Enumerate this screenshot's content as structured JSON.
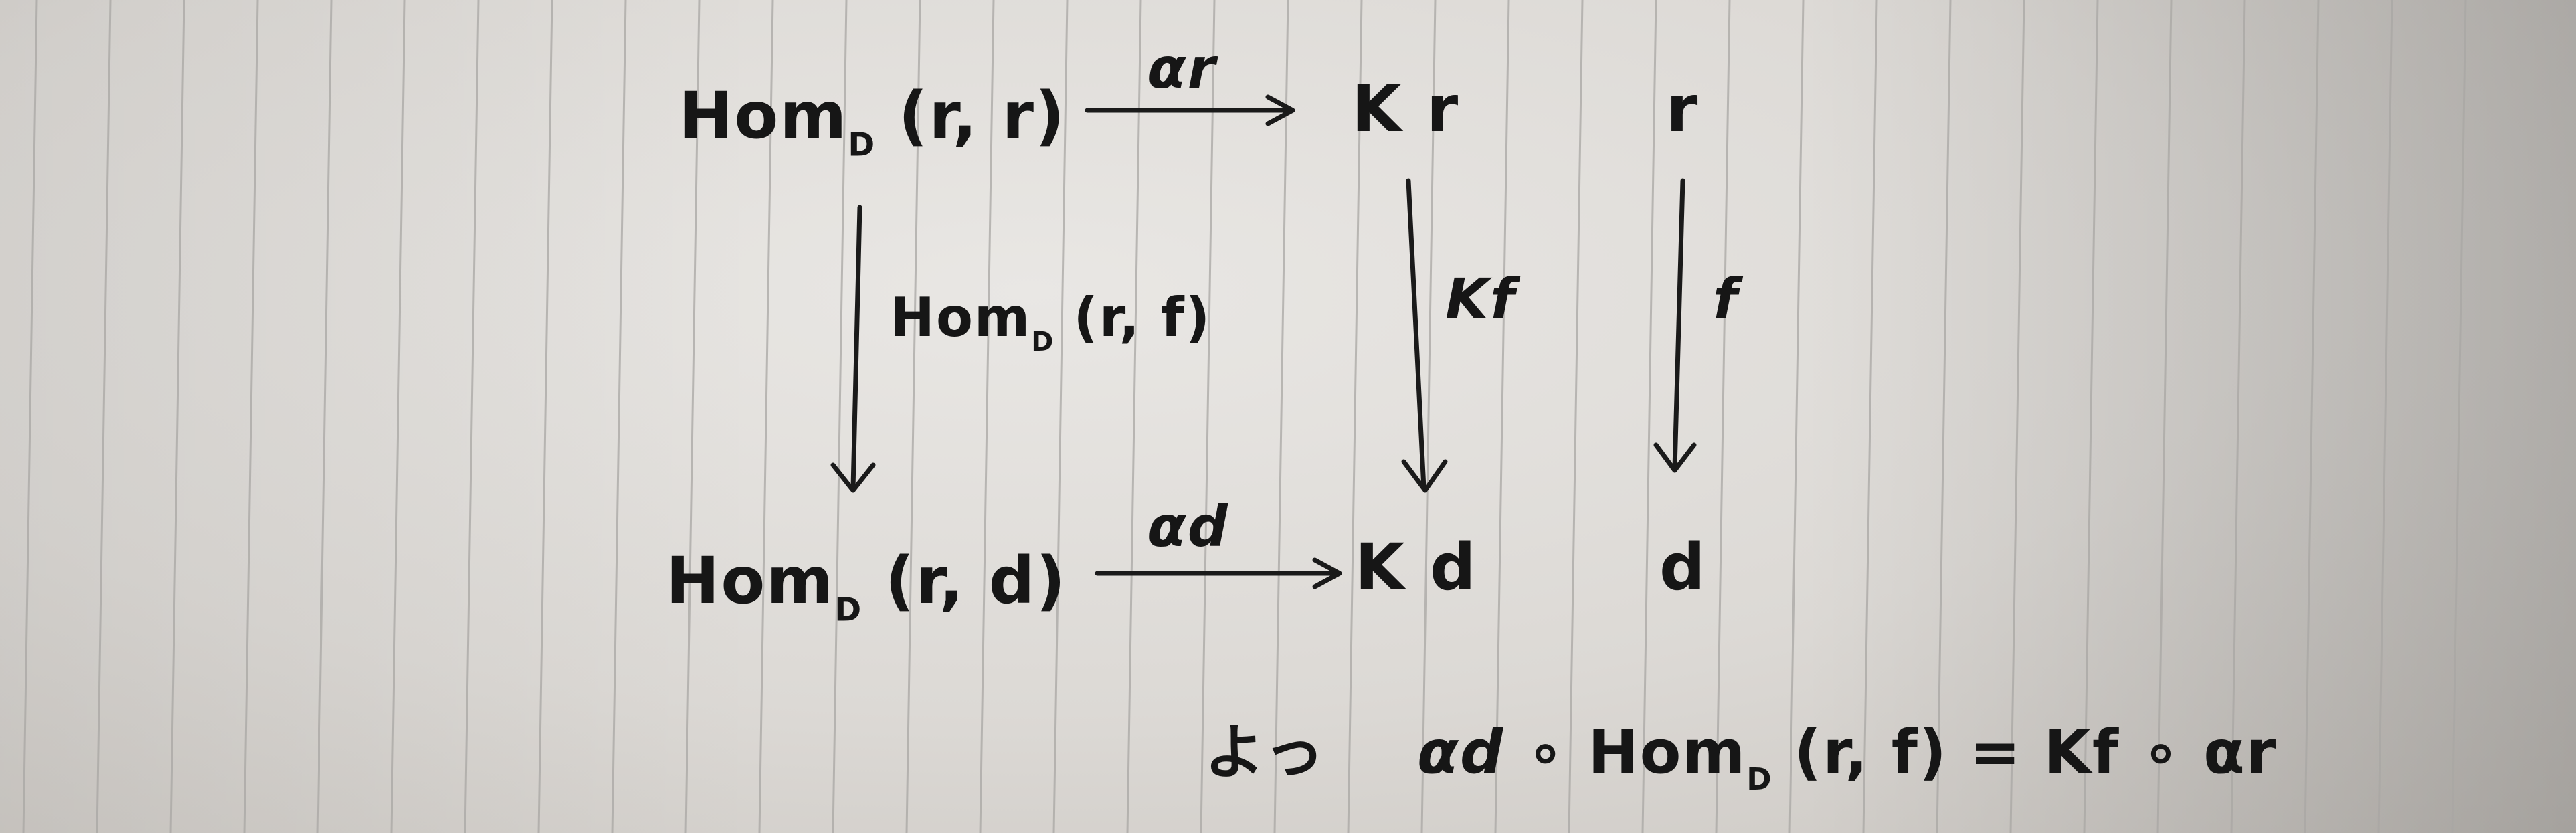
{
  "objects": {
    "top_left": {
      "main": "Hom",
      "sub": "D",
      "args": "(r, r)"
    },
    "top_right": "K r",
    "bottom_left": {
      "main": "Hom",
      "sub": "D",
      "args": "(r, d)"
    },
    "bottom_right": "K d",
    "side_top": "r",
    "side_bottom": "d"
  },
  "morphisms": {
    "top": "αr",
    "bottom": "αd",
    "left": {
      "main": "Hom",
      "sub": "D",
      "args": "(r, f)"
    },
    "right": "Kf",
    "side": "f"
  },
  "equation": {
    "prefix": "よっ",
    "lhs_alpha": "αd",
    "lhs_dot": "∘",
    "lhs_main": "Hom",
    "lhs_sub": "D",
    "lhs_args": "(r, f)",
    "equals": "=",
    "rhs": "Kf ∘ αr"
  }
}
